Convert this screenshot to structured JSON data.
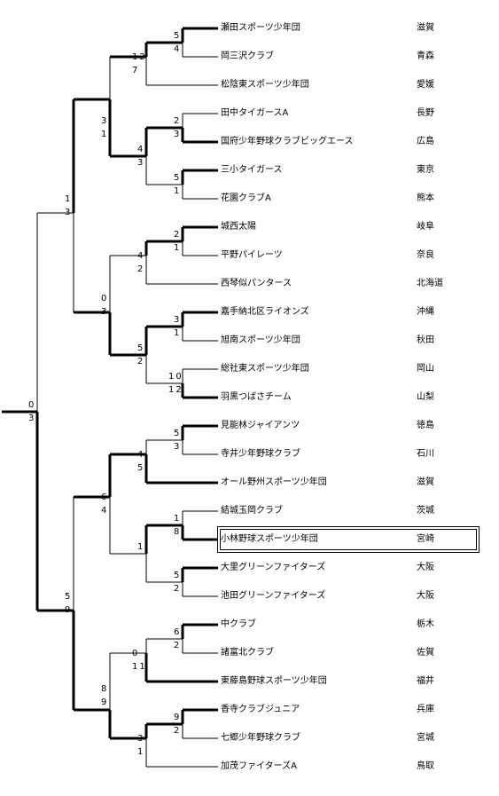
{
  "teams": [
    {
      "name": "瀬田スポーツ少年団",
      "pref": "滋賀"
    },
    {
      "name": "岡三沢クラブ",
      "pref": "青森"
    },
    {
      "name": "松陰東スポーツ少年団",
      "pref": "愛媛"
    },
    {
      "name": "田中タイガースA",
      "pref": "長野"
    },
    {
      "name": "国府少年野球クラブビッグエース",
      "pref": "広島"
    },
    {
      "name": "三小タイガース",
      "pref": "東京"
    },
    {
      "name": "花園クラブA",
      "pref": "熊本"
    },
    {
      "name": "城西太陽",
      "pref": "岐阜"
    },
    {
      "name": "平野パイレーツ",
      "pref": "奈良"
    },
    {
      "name": "西琴似パンタース",
      "pref": "北海道"
    },
    {
      "name": "嘉手納北区ライオンズ",
      "pref": "沖縄"
    },
    {
      "name": "旭南スポーツ少年団",
      "pref": "秋田"
    },
    {
      "name": "総社東スポーツ少年団",
      "pref": "岡山"
    },
    {
      "name": "羽黒つばさチーム",
      "pref": "山梨"
    },
    {
      "name": "見能林ジャイアンツ",
      "pref": "徳島"
    },
    {
      "name": "寺井少年野球クラブ",
      "pref": "石川"
    },
    {
      "name": "オール野州スポーツ少年団",
      "pref": "滋賀"
    },
    {
      "name": "結城玉岡クラブ",
      "pref": "茨城"
    },
    {
      "name": "小林野球スポーツ少年団",
      "pref": "宮崎"
    },
    {
      "name": "大里グリーンファイターズ",
      "pref": "大阪"
    },
    {
      "name": "池田グリーンファイターズ",
      "pref": "大阪"
    },
    {
      "name": "中クラブ",
      "pref": "栃木"
    },
    {
      "name": "諸富北クラブ",
      "pref": "佐賀"
    },
    {
      "name": "東藤島野球スポーツ少年団",
      "pref": "福井"
    },
    {
      "name": "香寺クラブジュニア",
      "pref": "兵庫"
    },
    {
      "name": "七郷少年野球クラブ",
      "pref": "宮城"
    },
    {
      "name": "加茂ファイターズA",
      "pref": "鳥取"
    }
  ],
  "scores": {
    "m1_top": "5",
    "m1_bot": "4",
    "m2_top": "12",
    "m2_bot": "7",
    "m3_top": "2",
    "m3_bot": "3",
    "m4_top": "5",
    "m4_bot": "1",
    "m5_top": "4",
    "m5_bot": "3",
    "m6_top": "3",
    "m6_bot": "1",
    "m7_top": "2",
    "m7_bot": "1",
    "m8_top": "4",
    "m8_bot": "2",
    "m9_top": "3",
    "m9_bot": "1",
    "m10_top": "10",
    "m10_bot": "12",
    "m11_top": "5",
    "m11_bot": "2",
    "m12_top": "0",
    "m12_bot": "3",
    "m13_top": "1",
    "m13_bot": "3",
    "m14_top": "5",
    "m14_bot": "3",
    "m15_top": "4",
    "m15_bot": "5",
    "m16_top": "1",
    "m16_bot": "8",
    "m17_top": "5",
    "m17_bot": "2",
    "m18_top": "1",
    "m19_top": "6",
    "m19_bot": "4",
    "m20_top": "6",
    "m20_bot": "2",
    "m21_top": "0",
    "m21_bot": "11",
    "m22_top": "9",
    "m22_bot": "2",
    "m23_top": "3",
    "m23_bot": "1",
    "m24_top": "8",
    "m24_bot": "9",
    "m25_top": "5",
    "m25_bot": "9",
    "final_top": "0",
    "final_bot": "3"
  },
  "highlight_team_index": 18
}
